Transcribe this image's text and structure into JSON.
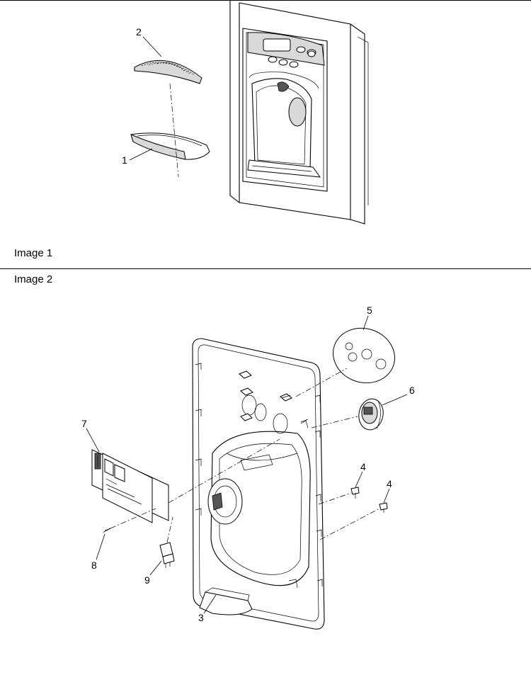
{
  "sections": [
    {
      "label": "Image 1"
    },
    {
      "label": "Image 2"
    }
  ],
  "callouts": {
    "c1": "1",
    "c2": "2",
    "c3": "3",
    "c4a": "4",
    "c4b": "4",
    "c5": "5",
    "c6": "6",
    "c7": "7",
    "c8": "8",
    "c9": "9"
  }
}
